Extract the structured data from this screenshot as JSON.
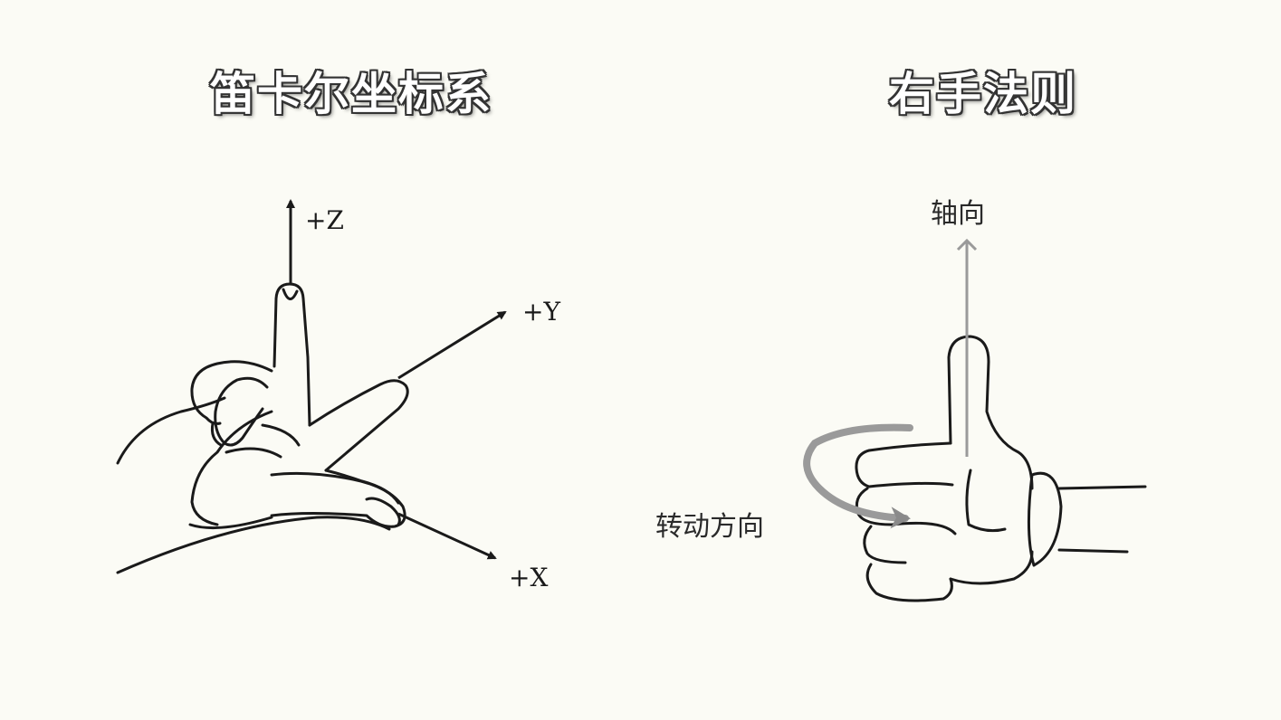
{
  "left_panel": {
    "title": "笛卡尔坐标系",
    "axes": {
      "z": "+Z",
      "y": "+Y",
      "x": "+X"
    }
  },
  "right_panel": {
    "title": "右手法则",
    "axis_label": "轴向",
    "rotation_label": "转动方向"
  },
  "colors": {
    "ink": "#1a1a1a",
    "arrow_gray": "#9a9a9a",
    "background": "#fbfbf5"
  }
}
